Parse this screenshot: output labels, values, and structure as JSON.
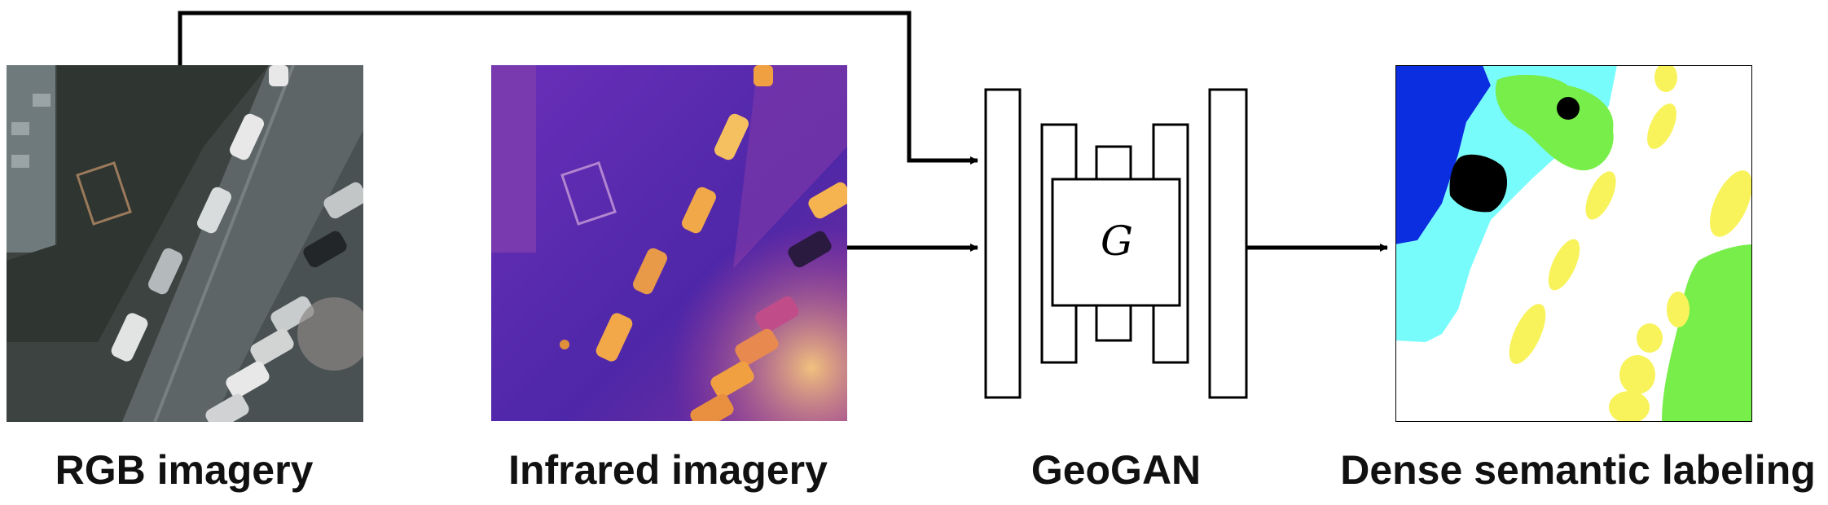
{
  "captions": {
    "rgb": "RGB imagery",
    "infrared": "Infrared imagery",
    "geogan": "GeoGAN",
    "dense": "Dense semantic labeling"
  },
  "generator_label": "G",
  "colors": {
    "line": "#000000",
    "asphalt": "#565c5d",
    "ir_background": "#5a2bb5",
    "ir_hot": "#f0a040",
    "label_blue": "#0a2ee0",
    "label_cyan": "#78fbfb",
    "label_green": "#78ee4a",
    "label_yellow": "#f8f35a",
    "label_white": "#ffffff",
    "label_black": "#000000"
  }
}
